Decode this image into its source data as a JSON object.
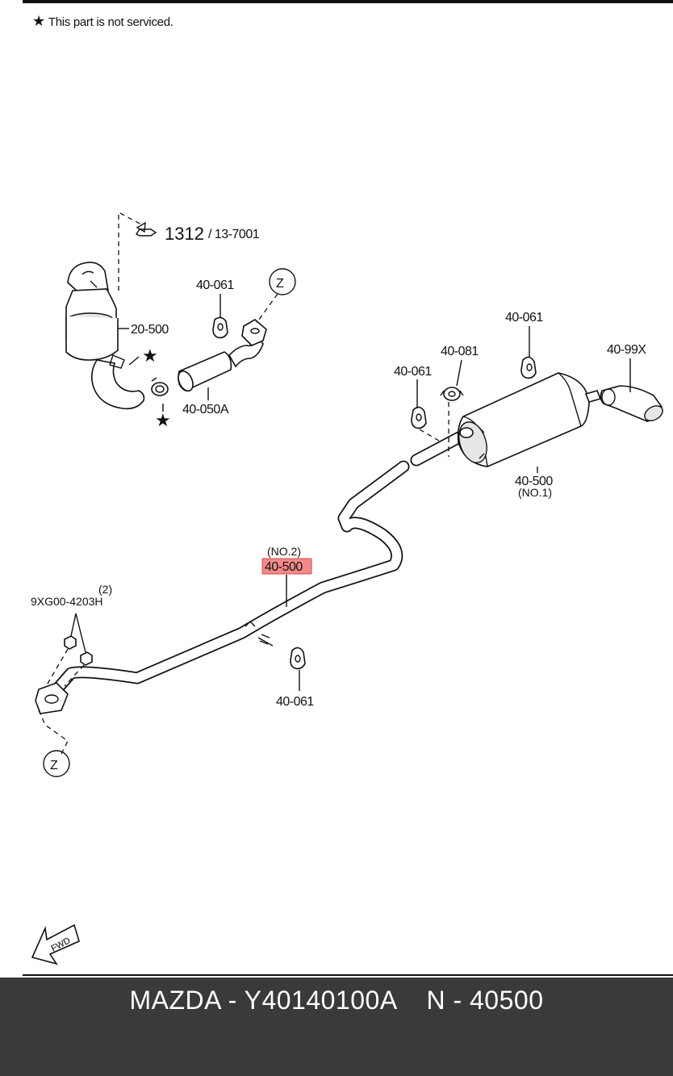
{
  "notice": {
    "star": "★",
    "text": "This part is not serviced."
  },
  "callouts": {
    "ref_main": "1312",
    "ref_sub": "/ 13-7001",
    "catalyst": "20-500",
    "front_pipe": "40-050A",
    "mount_front": "40-061",
    "zone_top": "Z",
    "zone_bottom": "Z",
    "mount_rear_left": "40-061",
    "clamp": "40-081",
    "mount_rear_top": "40-061",
    "tail_tip": "40-99X",
    "rear_muffler": "40-500",
    "rear_muffler_note": "(NO.1)",
    "center_pipe_note": "(NO.2)",
    "center_pipe": "40-500",
    "mount_center": "40-061",
    "nut_code": "9XG00-4203H",
    "nut_qty": "(2)",
    "fwd": "FWD"
  },
  "colors": {
    "highlight": "#f28a8a",
    "highlight_border": "#d84a4a",
    "footer_bg": "#3a3a3a"
  },
  "footer": {
    "text": "MAZDA - Y40140100A    N - 40500"
  }
}
